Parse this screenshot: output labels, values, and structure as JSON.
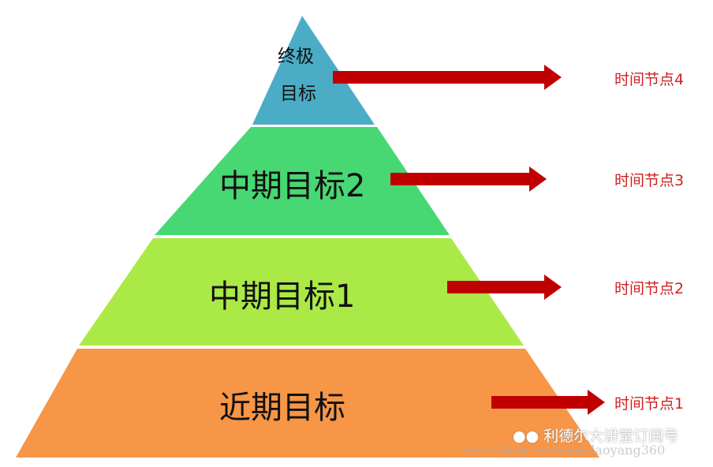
{
  "colors": {
    "tier4": "#4bacc6",
    "tier3": "#47d873",
    "tier2": "#abe947",
    "tier1": "#f79646",
    "arrow": "#c00000",
    "label": "#d02020"
  },
  "tiers": [
    {
      "line1": "终极",
      "line2": "目标"
    },
    {
      "label": "中期目标2"
    },
    {
      "label": "中期目标1"
    },
    {
      "label": "近期目标"
    }
  ],
  "nodes": [
    "时间节点4",
    "时间节点3",
    "时间节点2",
    "时间节点1"
  ],
  "watermark": {
    "name": "利德尔大讲堂订阅号",
    "url": "http://blog.csdn.net/laoyang360"
  }
}
